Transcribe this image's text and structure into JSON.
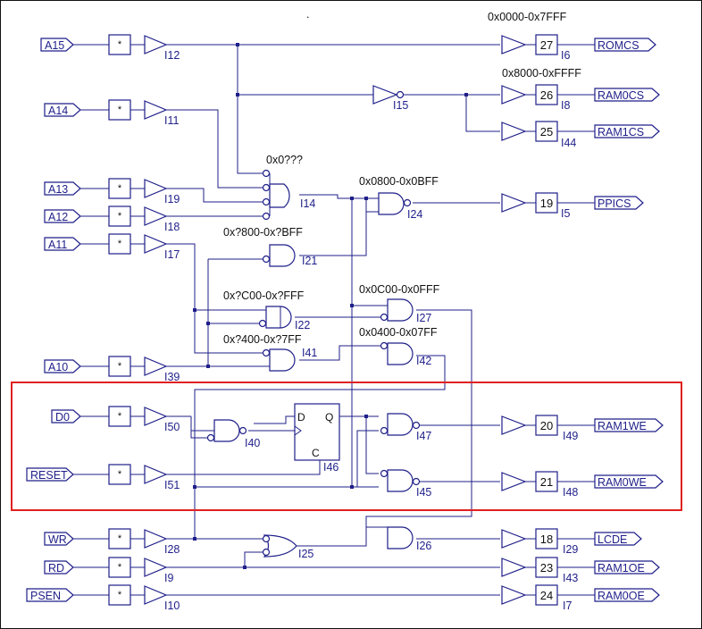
{
  "colors": {
    "wire": "#1f1f8a",
    "highlight": "#e02020",
    "text_dark": "#111111",
    "background": "#ffffff"
  },
  "inputs": {
    "A15": "A15",
    "A14": "A14",
    "A13": "A13",
    "A12": "A12",
    "A11": "A11",
    "A10": "A10",
    "D0": "D0",
    "RESET": "RESET",
    "WR": "WR",
    "RD": "RD",
    "PSEN": "PSEN"
  },
  "outputs": {
    "ROMCS": "ROMCS",
    "RAM0CS": "RAM0CS",
    "RAM1CS": "RAM1CS",
    "PPICS": "PPICS",
    "RAM1WE": "RAM1WE",
    "RAM0WE": "RAM0WE",
    "LCDE": "LCDE",
    "RAM1OE": "RAM1OE",
    "RAM0OE": "RAM0OE"
  },
  "buffer_mark": "*",
  "pins": {
    "p27": "27",
    "p26": "26",
    "p25": "25",
    "p19": "19",
    "p20": "20",
    "p21": "21",
    "p18": "18",
    "p23": "23",
    "p24": "24"
  },
  "instances": {
    "I12": "I12",
    "I11": "I11",
    "I19": "I19",
    "I18": "I18",
    "I17": "I17",
    "I39": "I39",
    "I50": "I50",
    "I51": "I51",
    "I28": "I28",
    "I9": "I9",
    "I10": "I10",
    "I6": "I6",
    "I8": "I8",
    "I44": "I44",
    "I5": "I5",
    "I49": "I49",
    "I48": "I48",
    "I29": "I29",
    "I43": "I43",
    "I7": "I7",
    "I15": "I15",
    "I14": "I14",
    "I24": "I24",
    "I21": "I21",
    "I22": "I22",
    "I27": "I27",
    "I41": "I41",
    "I42": "I42",
    "I40": "I40",
    "I46": "I46",
    "I47": "I47",
    "I45": "I45",
    "I25": "I25",
    "I26": "I26"
  },
  "address_labels": {
    "rom": "0x0000-0x7FFF",
    "ram": "0x8000-0xFFFF",
    "zero": "0x0???",
    "ppi": "0x0800-0x0BFF",
    "q800": "0x?800-0x?BFF",
    "qc00": "0x?C00-0x?FFF",
    "zc00": "0x0C00-0x0FFF",
    "q400": "0x?400-0x?7FF",
    "z400": "0x0400-0x07FF"
  },
  "flipflop": {
    "d": "D",
    "q": "Q",
    "c": "C"
  },
  "dot_mark": "."
}
